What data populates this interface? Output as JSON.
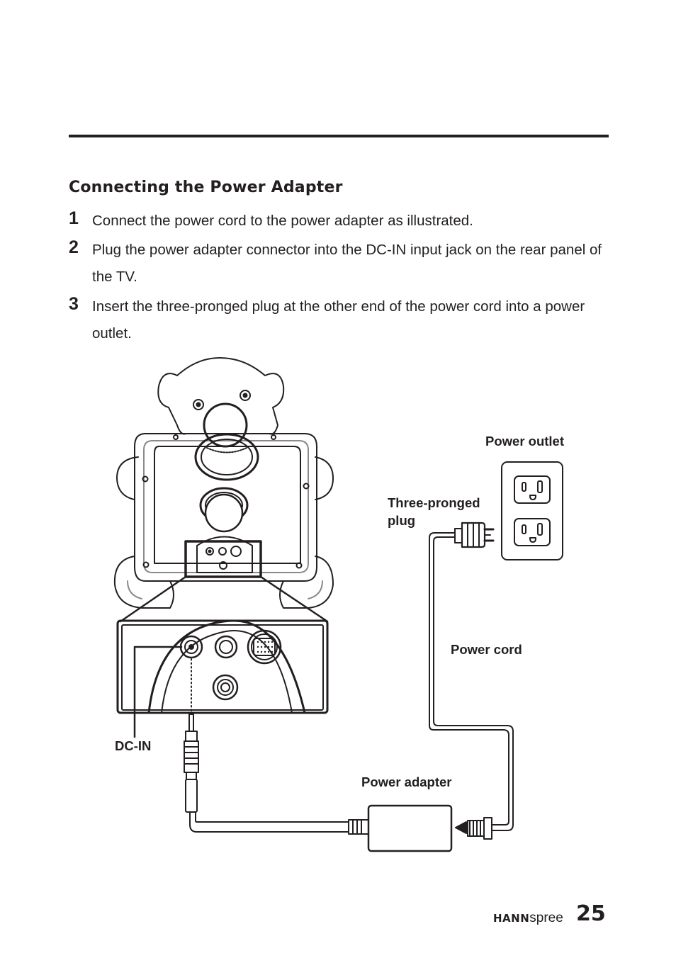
{
  "section": {
    "title": "Connecting the Power Adapter",
    "steps": [
      {
        "number": "1",
        "text": "Connect the power cord to the power adapter as illustrated."
      },
      {
        "number": "2",
        "text": "Plug the power adapter connector into the DC-IN input jack on the rear panel of the TV."
      },
      {
        "number": "3",
        "text": "Insert the three-pronged plug at the other end of the power cord into a power outlet."
      }
    ]
  },
  "figure": {
    "labels": {
      "power_outlet": "Power outlet",
      "three_pronged_plug": "Three-pronged plug",
      "power_cord": "Power cord",
      "dc_in": "DC-IN",
      "power_adapter": "Power adapter"
    }
  },
  "footer": {
    "brand_bold": "HANN",
    "brand_light": "spree",
    "page_number": "25"
  }
}
